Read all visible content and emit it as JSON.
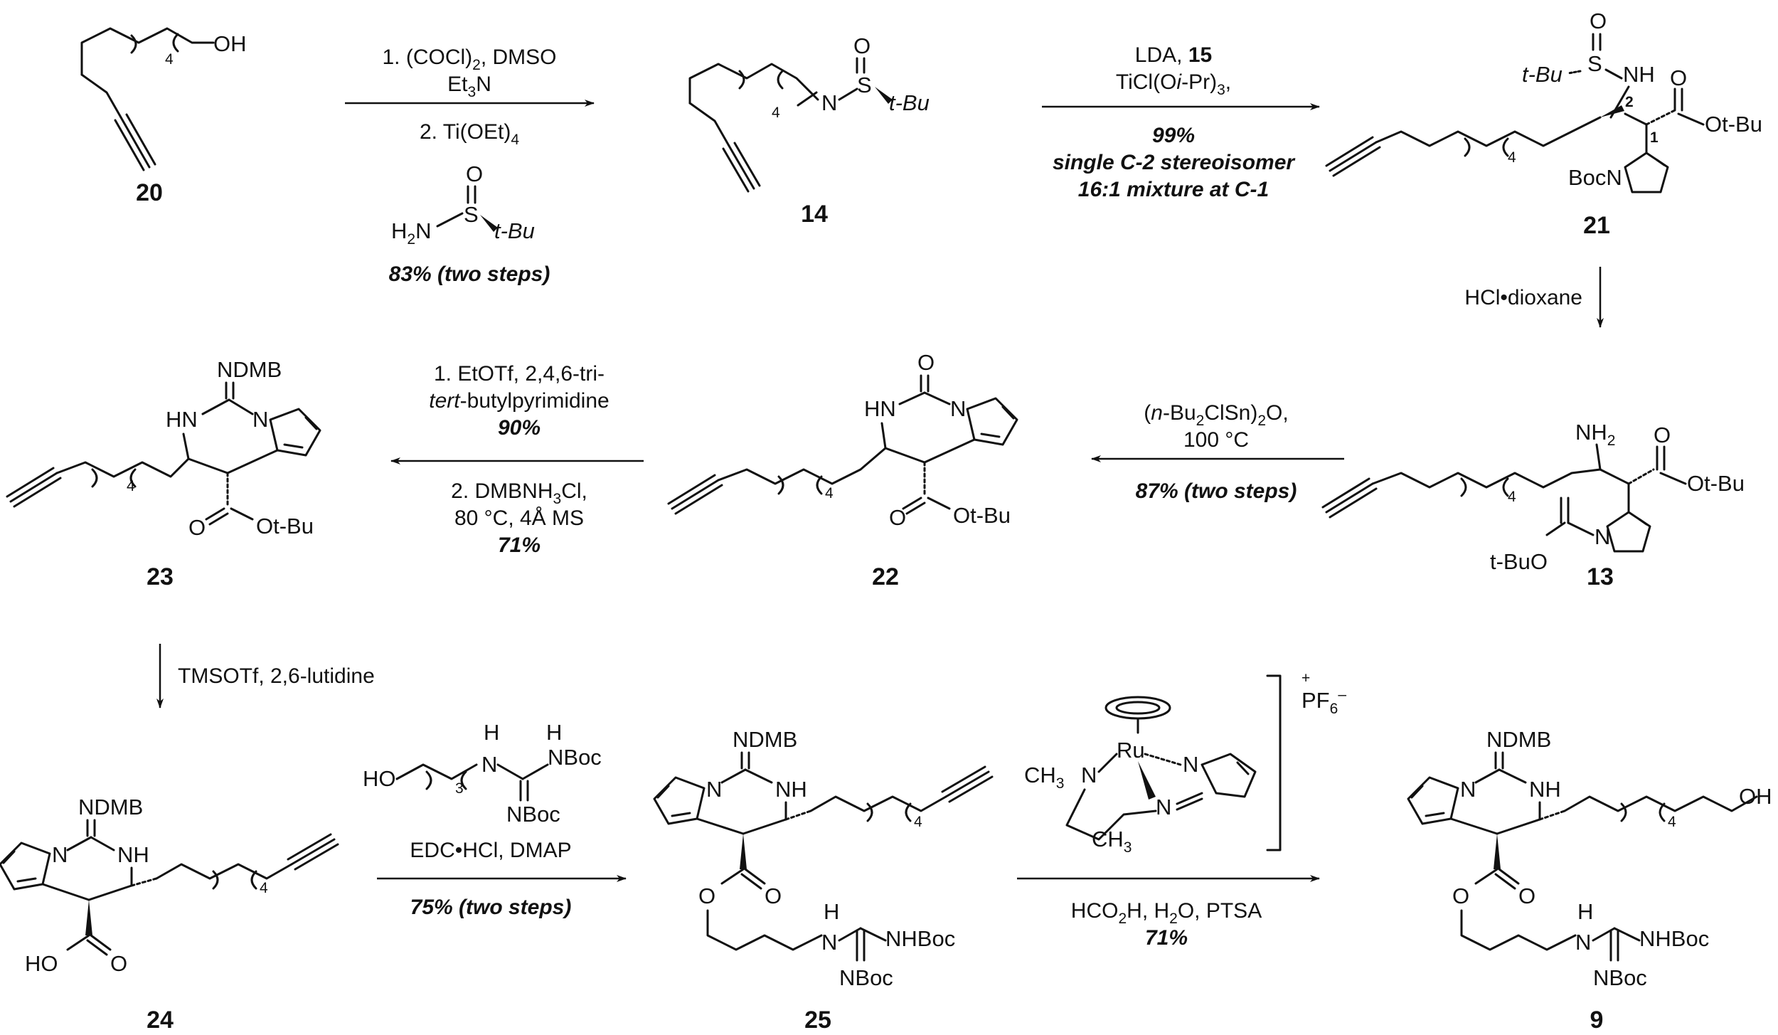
{
  "compounds": {
    "c20": {
      "label": "20",
      "oh": "OH",
      "sub4": "4"
    },
    "c14": {
      "label": "14",
      "n": "N",
      "s": "S",
      "o": "O",
      "tbu": "t-Bu",
      "sub4": "4"
    },
    "c21": {
      "label": "21",
      "o": "O",
      "s": "S",
      "nh": "NH",
      "tbu": "t-Bu",
      "c2": "2",
      "c1": "1",
      "ester": "Ot-Bu",
      "bocn": "BocN",
      "sub4": "4"
    },
    "c13": {
      "label": "13",
      "nh2": "NH",
      "nh2sub": "2",
      "ester": "Ot-Bu",
      "tbuo": "t-BuO",
      "n": "N",
      "sub4": "4"
    },
    "c22": {
      "label": "22",
      "o": "O",
      "hn": "HN",
      "n": "N",
      "ester": "Ot-Bu",
      "sub4": "4"
    },
    "c23": {
      "label": "23",
      "ndmb": "NDMB",
      "hn": "HN",
      "n": "N",
      "ester": "Ot-Bu",
      "sub4": "4"
    },
    "c24": {
      "label": "24",
      "ndmb": "NDMB",
      "nh": "NH",
      "n": "N",
      "acid": "HO",
      "o": "O",
      "sub4": "4"
    },
    "c25": {
      "label": "25",
      "ndmb": "NDMB",
      "nh": "NH",
      "n": "N",
      "o1": "O",
      "o2": "O",
      "h": "H",
      "nlink": "N",
      "nhboc": "NHBoc",
      "nboc": "NBoc",
      "sub4": "4"
    },
    "c9": {
      "label": "9",
      "ndmb": "NDMB",
      "nh": "NH",
      "n": "N",
      "oh": "OH",
      "o1": "O",
      "o2": "O",
      "h": "H",
      "nlink": "N",
      "nhboc": "NHBoc",
      "nboc": "NBoc",
      "sub4": "4"
    }
  },
  "reagents": {
    "r1": {
      "line1": "1. (COCl)",
      "line1sub": "2",
      "line1b": ", DMSO",
      "line2": "Et",
      "line2sub": "3",
      "line2b": "N",
      "line3": "2. Ti(OEt)",
      "line3sub": "4",
      "aux_o": "O",
      "aux_s": "S",
      "aux_h2n": "H",
      "aux_h2nsub": "2",
      "aux_n": "N",
      "aux_tbu": "t-Bu",
      "yield": "83% (two steps)"
    },
    "r2": {
      "line1": "LDA, ",
      "line1b": "15",
      "line2": "TiCl(O",
      "line2i": "i",
      "line2b": "-Pr)",
      "line2sub": "3",
      "line2c": ",",
      "yield": "99%",
      "note1": "single C-2 stereoisomer",
      "note2": "16:1 mixture at C-1"
    },
    "r3": {
      "line1": "HCl•dioxane"
    },
    "r4": {
      "line1": "(",
      "line1i": "n",
      "line1b": "-Bu",
      "line1sub": "2",
      "line1c": "ClSn)",
      "line1sub2": "2",
      "line1d": "O,",
      "line2": "100 °C",
      "yield": "87% (two steps)"
    },
    "r5": {
      "line1": "1. EtOTf, 2,4,6-tri-",
      "line2i": "tert",
      "line2": "-butylpyrimidine",
      "yield1": "90%",
      "line3": "2. DMBNH",
      "line3sub": "3",
      "line3b": "Cl,",
      "line4": "80 °C, 4Å MS",
      "yield2": "71%"
    },
    "r6": {
      "line1": "TMSOTf, 2,6-lutidine"
    },
    "r7": {
      "aux_ho": "HO",
      "aux_sub3": "3",
      "aux_h1": "H",
      "aux_n1": "N",
      "aux_h2": "H",
      "aux_nboc1": "NBoc",
      "aux_nboc2": "NBoc",
      "line1": "EDC•HCl, DMAP",
      "yield": "75% (two steps)"
    },
    "r8": {
      "ru": "Ru",
      "n1": "N",
      "n2": "N",
      "n3": "N",
      "ch3a": "CH",
      "ch3asub": "3",
      "ch3b": "CH",
      "ch3bsub": "3",
      "plus": "+",
      "pf6": "PF",
      "pf6sub": "6",
      "pf6sup": "–",
      "line1": "HCO",
      "line1sub": "2",
      "line1b": "H, H",
      "line1sub2": "2",
      "line1c": "O, PTSA",
      "yield": "71%"
    }
  }
}
